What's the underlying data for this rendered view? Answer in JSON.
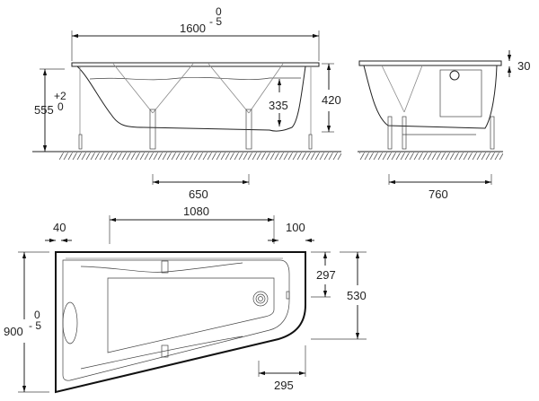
{
  "front_view": {
    "length": "1600",
    "length_tol_upper": "0",
    "length_tol_lower": "- 5",
    "height": "555",
    "height_tol_upper": "+2",
    "height_tol_lower": "0",
    "tub_depth": "420",
    "water_depth": "335",
    "leg_spacing": "650"
  },
  "side_view": {
    "rim_thickness": "30",
    "leg_spacing": "760"
  },
  "plan_view": {
    "offset_left": "40",
    "inner_length": "1080",
    "offset_right": "100",
    "width": "900",
    "width_tol_upper": "0",
    "width_tol_lower": "- 5",
    "drain_offset": "297",
    "right_side_length": "530",
    "corner_radius_width": "295"
  }
}
